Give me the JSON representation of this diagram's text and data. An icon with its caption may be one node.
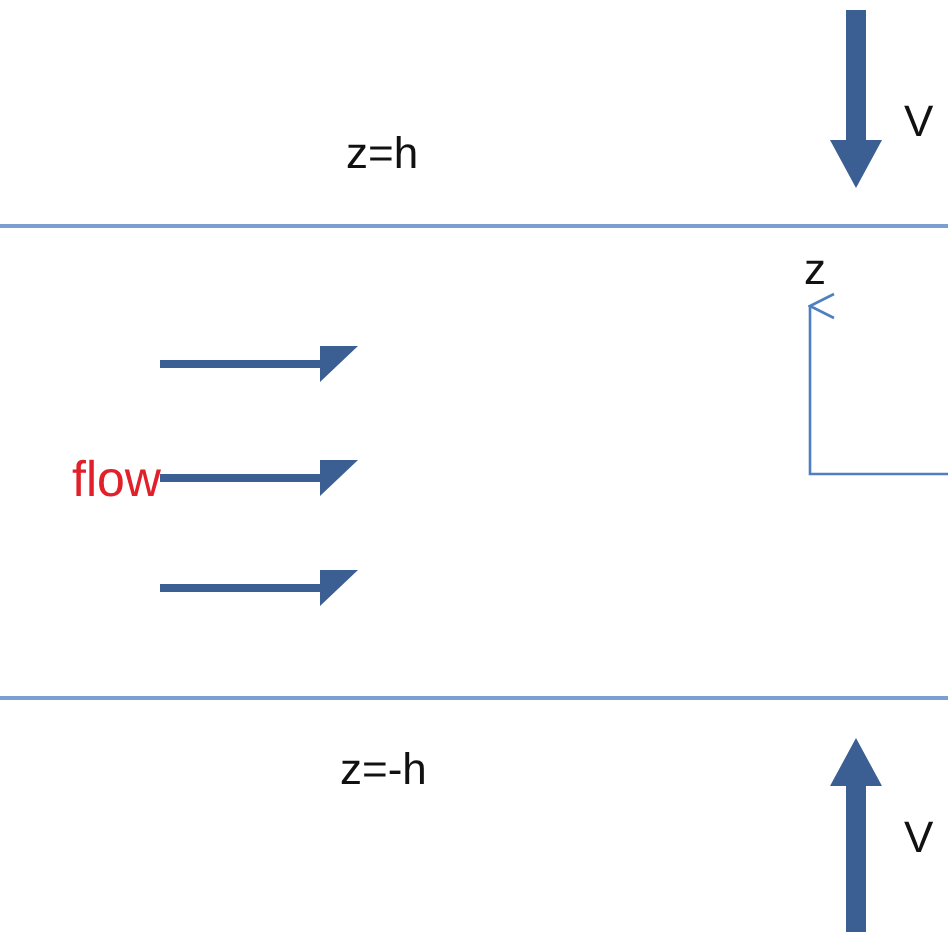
{
  "diagram": {
    "labels": [
      "z=h",
      "V",
      "z",
      "flow",
      "z=-h",
      "V"
    ]
  }
}
